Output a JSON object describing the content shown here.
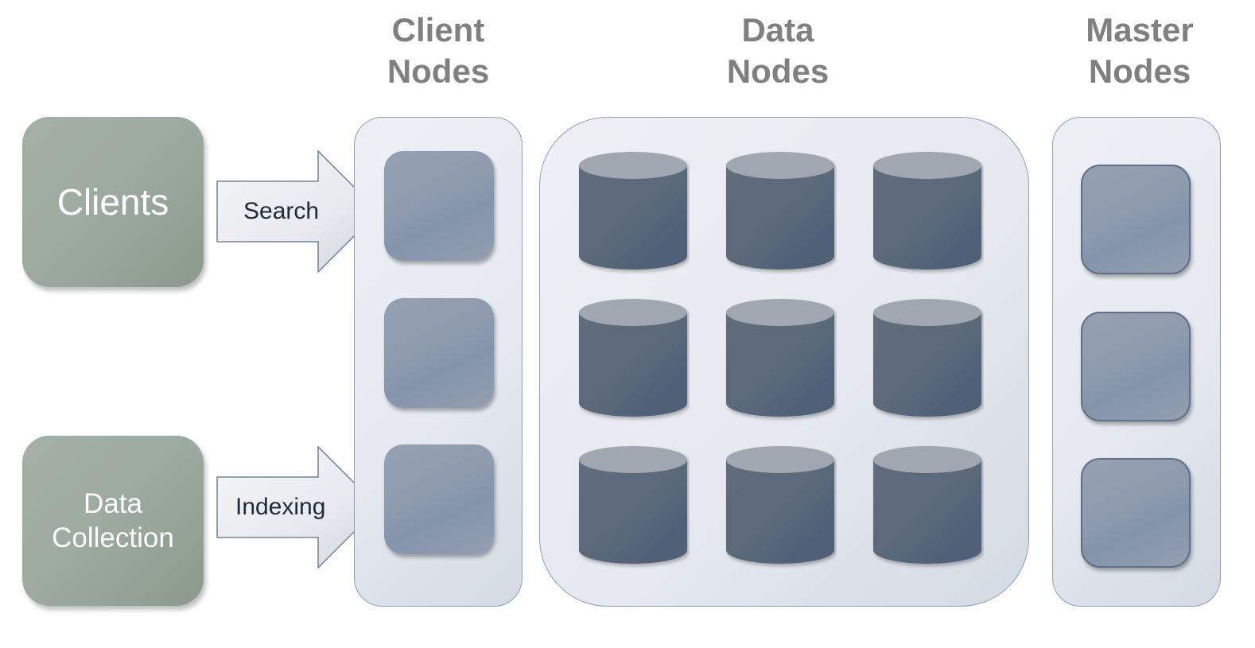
{
  "headings": {
    "client_nodes": [
      "Client",
      "Nodes"
    ],
    "data_nodes": [
      "Data",
      "Nodes"
    ],
    "master_nodes": [
      "Master",
      "Nodes"
    ]
  },
  "sources": {
    "clients": "Clients",
    "data_collection": [
      "Data",
      "Collection"
    ]
  },
  "arrows": {
    "search": "Search",
    "indexing": "Indexing"
  },
  "colors": {
    "heading": "#808080",
    "source_box": "#9eaba1",
    "panel_fill": "#e6eaf0",
    "panel_border": "#8e9eb6",
    "node": "#8d9bae",
    "cylinder_body": "#5c6b7b",
    "cylinder_top": "#a1a7b0"
  }
}
